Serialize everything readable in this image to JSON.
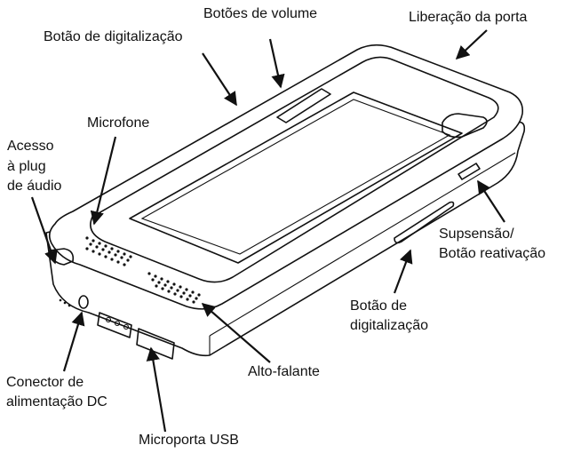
{
  "labels": {
    "volume_buttons": "Botões de volume",
    "door_release": "Liberação da porta",
    "scan_button_top": "Botão de digitalização",
    "microphone": "Microfone",
    "audio_plug_line1": "Acesso",
    "audio_plug_line2": "à plug",
    "audio_plug_line3": "de áudio",
    "suspend_line1": "Supsensão/",
    "suspend_line2": "Botão reativação",
    "scan_button_side_line1": "Botão de",
    "scan_button_side_line2": "digitalização",
    "speaker": "Alto-falante",
    "dc_line1": "Conector de",
    "dc_line2": "alimentação DC",
    "usb": "Microporta USB"
  }
}
